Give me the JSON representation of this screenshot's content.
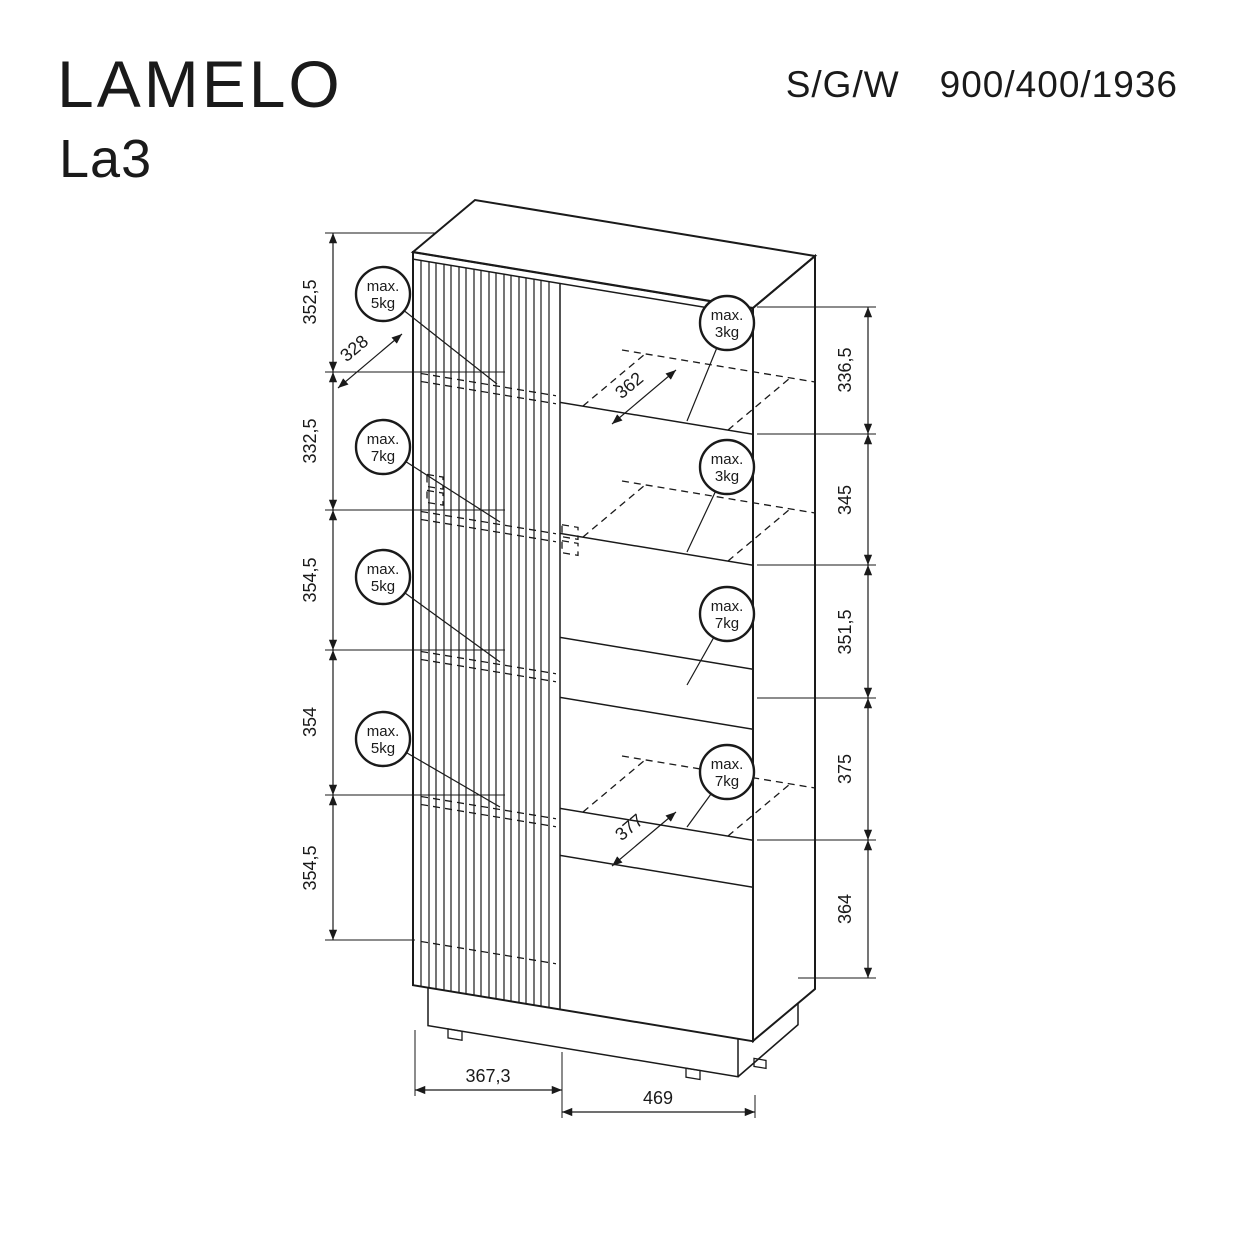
{
  "header": {
    "title": "LAMELO",
    "model": "La3",
    "spec_label": "S/G/W",
    "spec_value": "900/400/1936"
  },
  "dimensions": {
    "left_chain": [
      "352,5",
      "332,5",
      "354,5",
      "354",
      "354,5"
    ],
    "right_chain": [
      "336,5",
      "345",
      "351,5",
      "375",
      "364"
    ],
    "bottom_left": "367,3",
    "bottom_right": "469",
    "depth_top_left": "328",
    "depth_shelf_top": "362",
    "depth_shelf_bottom": "377"
  },
  "load_badges": {
    "left": [
      {
        "line1": "max.",
        "line2": "5kg"
      },
      {
        "line1": "max.",
        "line2": "7kg"
      },
      {
        "line1": "max.",
        "line2": "5kg"
      },
      {
        "line1": "max.",
        "line2": "5kg"
      }
    ],
    "right": [
      {
        "line1": "max.",
        "line2": "3kg"
      },
      {
        "line1": "max.",
        "line2": "3kg"
      },
      {
        "line1": "max.",
        "line2": "7kg"
      },
      {
        "line1": "max.",
        "line2": "7kg"
      }
    ]
  },
  "colors": {
    "line": "#1a1a1a",
    "background": "#ffffff"
  }
}
